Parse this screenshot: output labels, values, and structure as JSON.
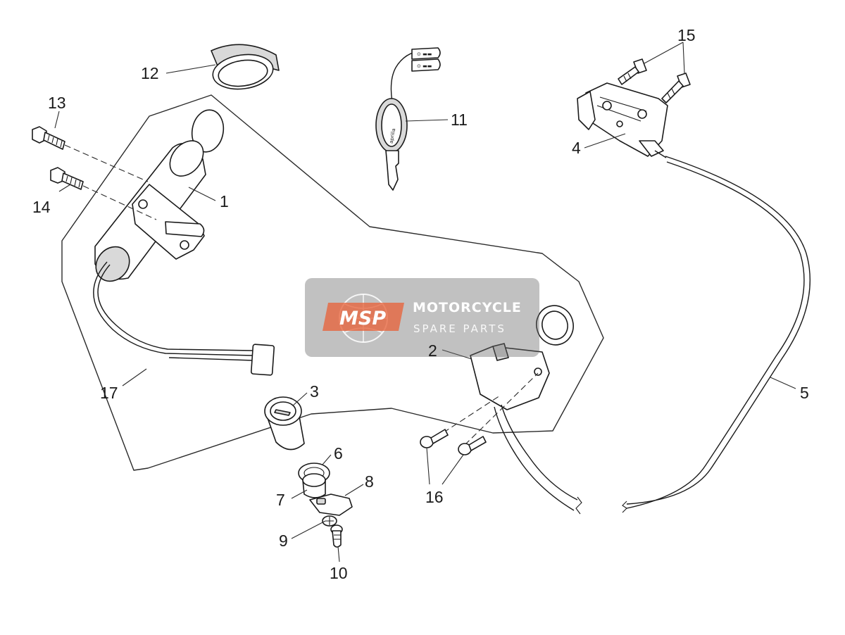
{
  "diagram": {
    "callouts": {
      "c1": "1",
      "c2": "2",
      "c3": "3",
      "c4": "4",
      "c5": "5",
      "c6": "6",
      "c7": "7",
      "c8": "8",
      "c9": "9",
      "c10": "10",
      "c11": "11",
      "c12": "12",
      "c13": "13",
      "c14": "14",
      "c15": "15",
      "c16": "16",
      "c17": "17"
    },
    "watermark": {
      "logo": "MSP",
      "title": "MOTORCYCLE",
      "subtitle": "SPARE PARTS"
    },
    "key_tag": {
      "brand": "aprilia"
    },
    "colors": {
      "line": "#1a1a1a",
      "watermark_accent": "#e8643c",
      "watermark_panel": "#6b6b6b"
    }
  }
}
